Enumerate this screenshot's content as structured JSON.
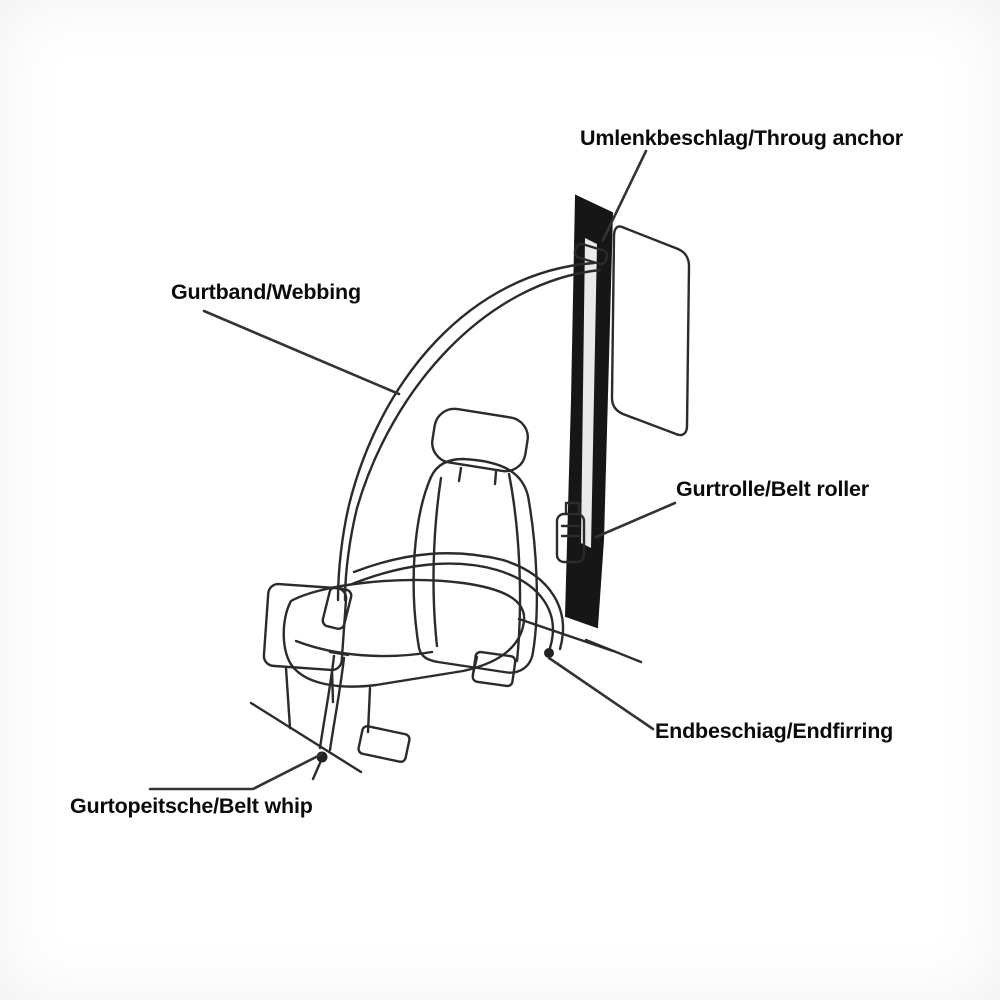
{
  "diagram": {
    "labels": {
      "through_anchor": "Umlenkbeschlag/Throug anchor",
      "webbing": "Gurtband/Webbing",
      "belt_roller": "Gurtrolle/Belt roller",
      "end_fitting": "Endbeschiag/Endfirring",
      "belt_whip": "Gurtopeitsche/Belt whip"
    },
    "colors": {
      "line": "#2b2b2b",
      "pillar": "#161616",
      "text": "#0b0b0b",
      "leader": "#333333"
    }
  }
}
